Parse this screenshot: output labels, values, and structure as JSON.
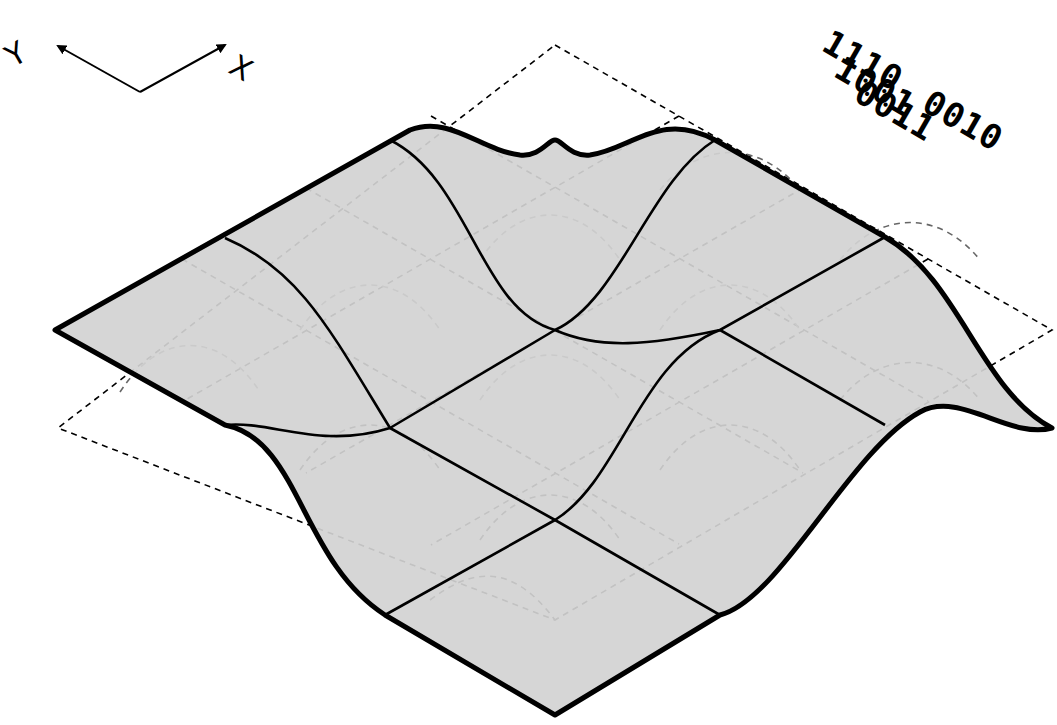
{
  "diagram": {
    "labels": [
      "Y",
      "X",
      "1110",
      "1001",
      "0011",
      "0010"
    ]
  }
}
